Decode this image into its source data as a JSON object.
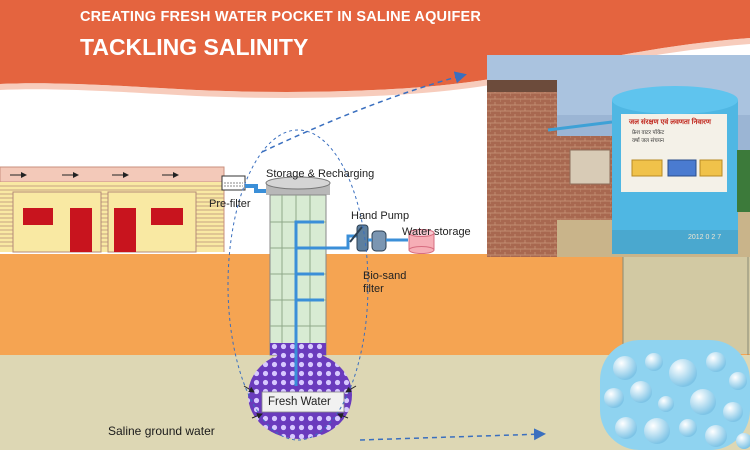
{
  "header": {
    "subtitle": "CREATING FRESH WATER POCKET IN SALINE AQUIFER",
    "title": "TACKLING SALINITY"
  },
  "labels": {
    "storage_recharging": "Storage & Recharging",
    "pre_filter": "Pre-filter",
    "hand_pump": "Hand Pump",
    "water_storage": "Water storage",
    "bio_sand_line1": "Bio-sand",
    "bio_sand_line2": "filter",
    "fresh_water": "Fresh Water",
    "saline_ground_water": "Saline ground water"
  },
  "photo": {
    "sign_line1": "जल संरक्षण एवं लवणता निवारण",
    "sign_line2": "फ्रेश वाटर पॉकेट",
    "sign_line3": "वर्षा जल संचयन",
    "date_stamp": "2012 0 2 7"
  },
  "colors": {
    "header_band": "#e4643f",
    "orange_soil": "#f5a452",
    "saline_layer": "#ddd7b4",
    "pipe_blue": "#3b8fd8",
    "fresh_water_pocket": "#6a3bbd",
    "house_wall": "#f9e9a3",
    "house_window": "#c8141e",
    "dashed_arrow": "#3a6fbf"
  }
}
